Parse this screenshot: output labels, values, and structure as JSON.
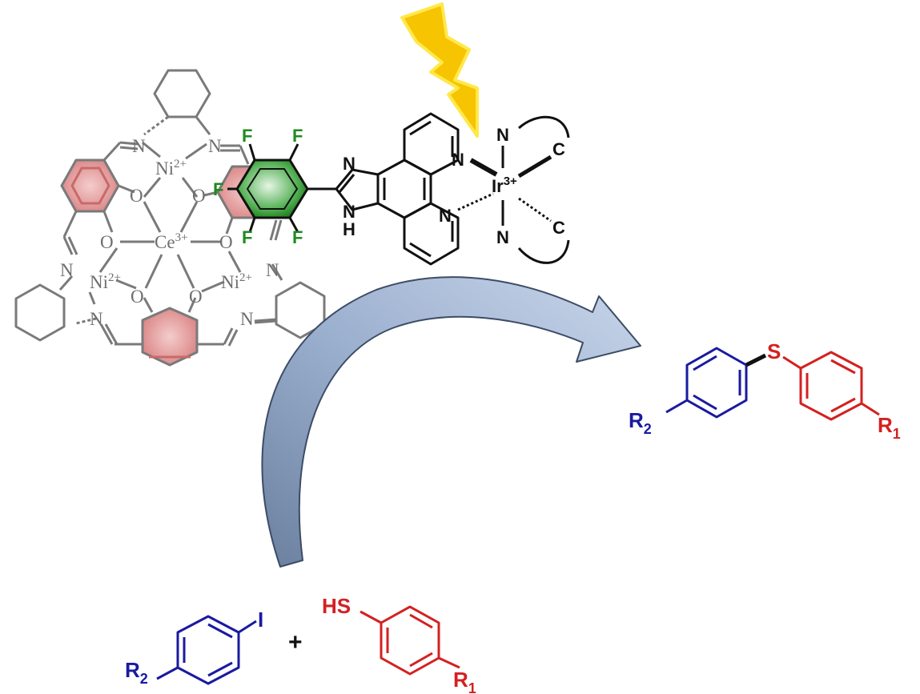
{
  "catalyst": {
    "metal_ni": "Ni",
    "ni_charge": "2+",
    "metal_ce": "Ce",
    "ce_charge": "3+",
    "metal_ir": "Ir",
    "ir_charge": "3+",
    "oxygen": "O",
    "nitrogen": "N",
    "fluorine": "F",
    "carbon": "C",
    "imidazole_nh": "H"
  },
  "reactant_aryl_iodide": {
    "substituent": "R",
    "substituent_index": "2",
    "halogen": "I"
  },
  "plus_sign": "+",
  "reactant_thiol": {
    "thiol_group": "HS",
    "substituent": "R",
    "substituent_index": "1"
  },
  "product": {
    "bridge_atom": "S",
    "left_substituent": "R",
    "left_index": "2",
    "right_substituent": "R",
    "right_index": "1"
  },
  "colors": {
    "blue_fragment": "#1a1aa0",
    "red_fragment": "#d42020",
    "green_ring": "#1f8a1f",
    "grey_macrocycle": "#6e6e6e",
    "arrow_fill": "#93a6c6",
    "light_bolt": "#f6c400"
  },
  "icons": [
    "lightning-bolt-icon",
    "curved-reaction-arrow-icon"
  ]
}
